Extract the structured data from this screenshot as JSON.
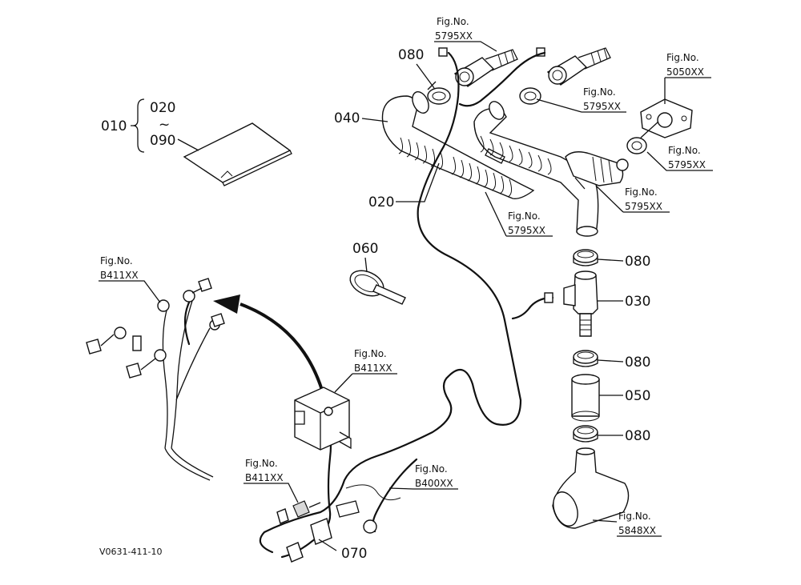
{
  "parts": {
    "p010": "010",
    "p020_top": "020",
    "p090": "090",
    "tilde": "~",
    "p040": "040",
    "p020": "020",
    "p080_top": "080",
    "p060": "060",
    "p080_a": "080",
    "p030": "030",
    "p080_b": "080",
    "p050": "050",
    "p080_c": "080",
    "p070": "070"
  },
  "figs": {
    "fig1": {
      "label": "Fig.No.",
      "num": "5795XX"
    },
    "fig2": {
      "label": "Fig.No.",
      "num": "5795XX"
    },
    "fig3": {
      "label": "Fig.No.",
      "num": "5050XX"
    },
    "fig4": {
      "label": "Fig.No.",
      "num": "5795XX"
    },
    "fig5": {
      "label": "Fig.No.",
      "num": "5795XX"
    },
    "fig6": {
      "label": "Fig.No.",
      "num": "5795XX"
    },
    "fig7": {
      "label": "Fig.No.",
      "num": "B411XX"
    },
    "fig8": {
      "label": "Fig.No.",
      "num": "B411XX"
    },
    "fig9": {
      "label": "Fig.No.",
      "num": "B411XX"
    },
    "fig10": {
      "label": "Fig.No.",
      "num": "B400XX"
    },
    "fig11": {
      "label": "Fig.No.",
      "num": "5848XX"
    }
  },
  "footer": {
    "code": "V0631-411-10"
  }
}
